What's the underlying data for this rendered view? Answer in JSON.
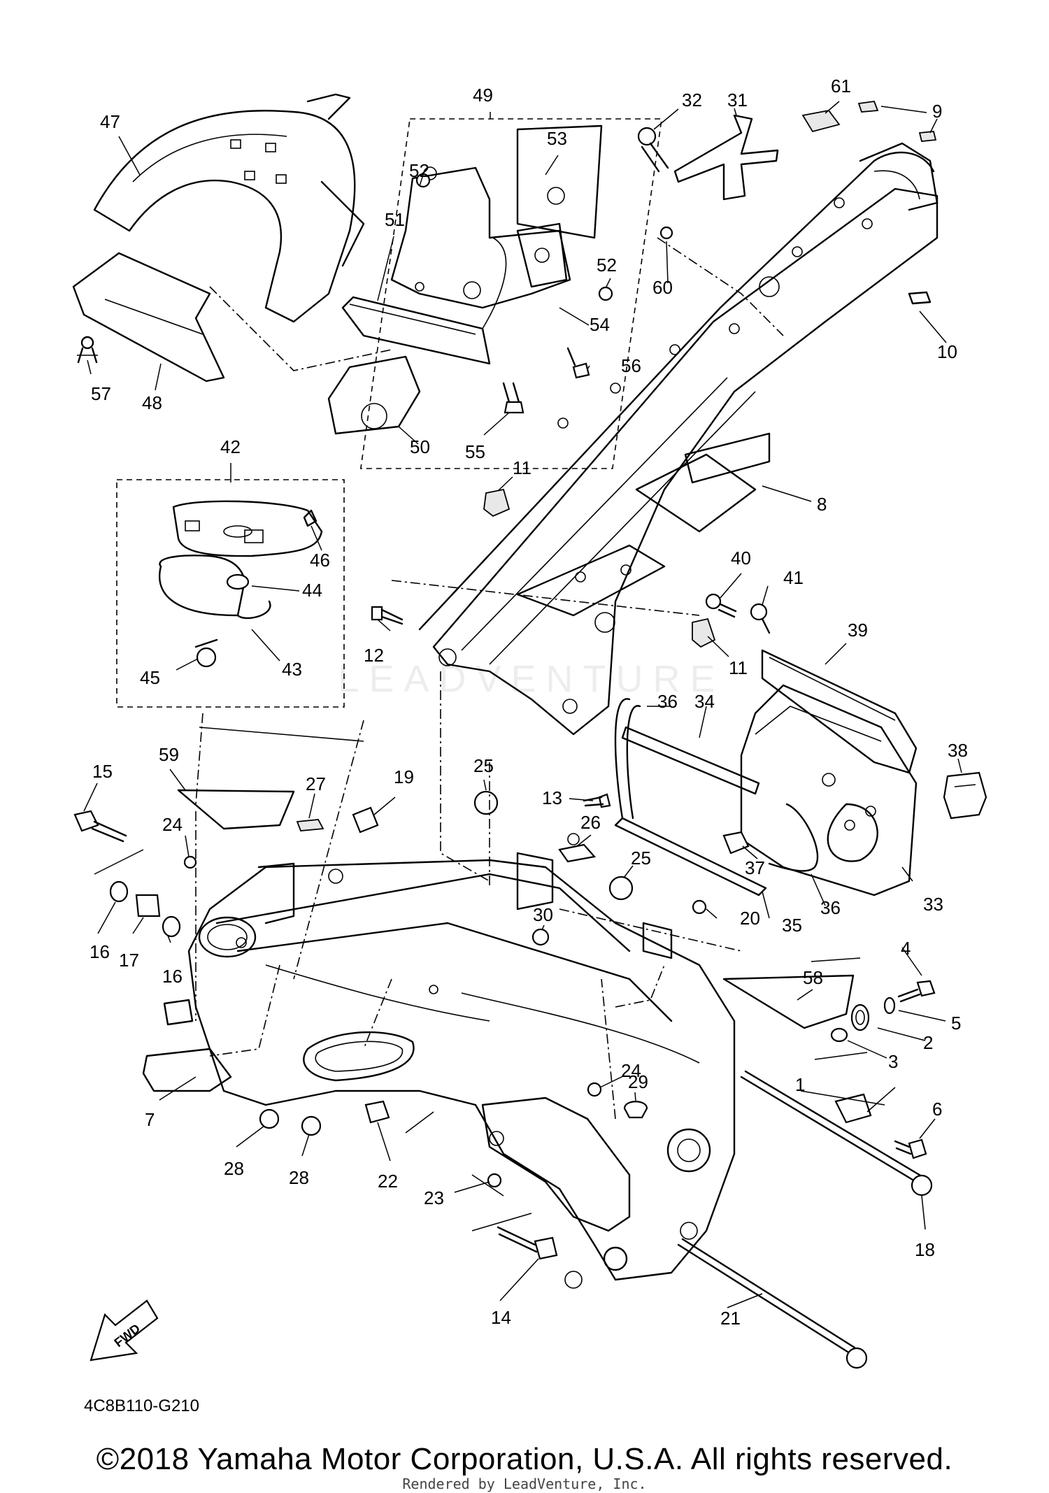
{
  "diagram": {
    "callouts": [
      {
        "n": "1"
      },
      {
        "n": "2"
      },
      {
        "n": "3"
      },
      {
        "n": "4"
      },
      {
        "n": "5"
      },
      {
        "n": "6"
      },
      {
        "n": "7"
      },
      {
        "n": "8"
      },
      {
        "n": "9"
      },
      {
        "n": "10"
      },
      {
        "n": "11"
      },
      {
        "n": "11"
      },
      {
        "n": "12"
      },
      {
        "n": "13"
      },
      {
        "n": "14"
      },
      {
        "n": "15"
      },
      {
        "n": "16"
      },
      {
        "n": "16"
      },
      {
        "n": "17"
      },
      {
        "n": "18"
      },
      {
        "n": "19"
      },
      {
        "n": "20"
      },
      {
        "n": "21"
      },
      {
        "n": "22"
      },
      {
        "n": "23"
      },
      {
        "n": "24"
      },
      {
        "n": "24"
      },
      {
        "n": "25"
      },
      {
        "n": "25"
      },
      {
        "n": "26"
      },
      {
        "n": "27"
      },
      {
        "n": "28"
      },
      {
        "n": "28"
      },
      {
        "n": "29"
      },
      {
        "n": "30"
      },
      {
        "n": "31"
      },
      {
        "n": "32"
      },
      {
        "n": "33"
      },
      {
        "n": "34"
      },
      {
        "n": "35"
      },
      {
        "n": "36"
      },
      {
        "n": "36"
      },
      {
        "n": "37"
      },
      {
        "n": "38"
      },
      {
        "n": "39"
      },
      {
        "n": "40"
      },
      {
        "n": "41"
      },
      {
        "n": "42"
      },
      {
        "n": "43"
      },
      {
        "n": "44"
      },
      {
        "n": "45"
      },
      {
        "n": "46"
      },
      {
        "n": "47"
      },
      {
        "n": "48"
      },
      {
        "n": "49"
      },
      {
        "n": "50"
      },
      {
        "n": "51"
      },
      {
        "n": "52"
      },
      {
        "n": "52"
      },
      {
        "n": "53"
      },
      {
        "n": "54"
      },
      {
        "n": "55"
      },
      {
        "n": "56"
      },
      {
        "n": "57"
      },
      {
        "n": "58"
      },
      {
        "n": "59"
      },
      {
        "n": "60"
      },
      {
        "n": "61"
      }
    ],
    "fwd_label": "FWD",
    "diagram_code": "4C8B110-G210",
    "watermark": "LEADVENTURE"
  },
  "footer": {
    "copyright": "©2018 Yamaha Motor Corporation, U.S.A. All rights reserved.",
    "rendered_by": "Rendered by LeadVenture, Inc."
  }
}
